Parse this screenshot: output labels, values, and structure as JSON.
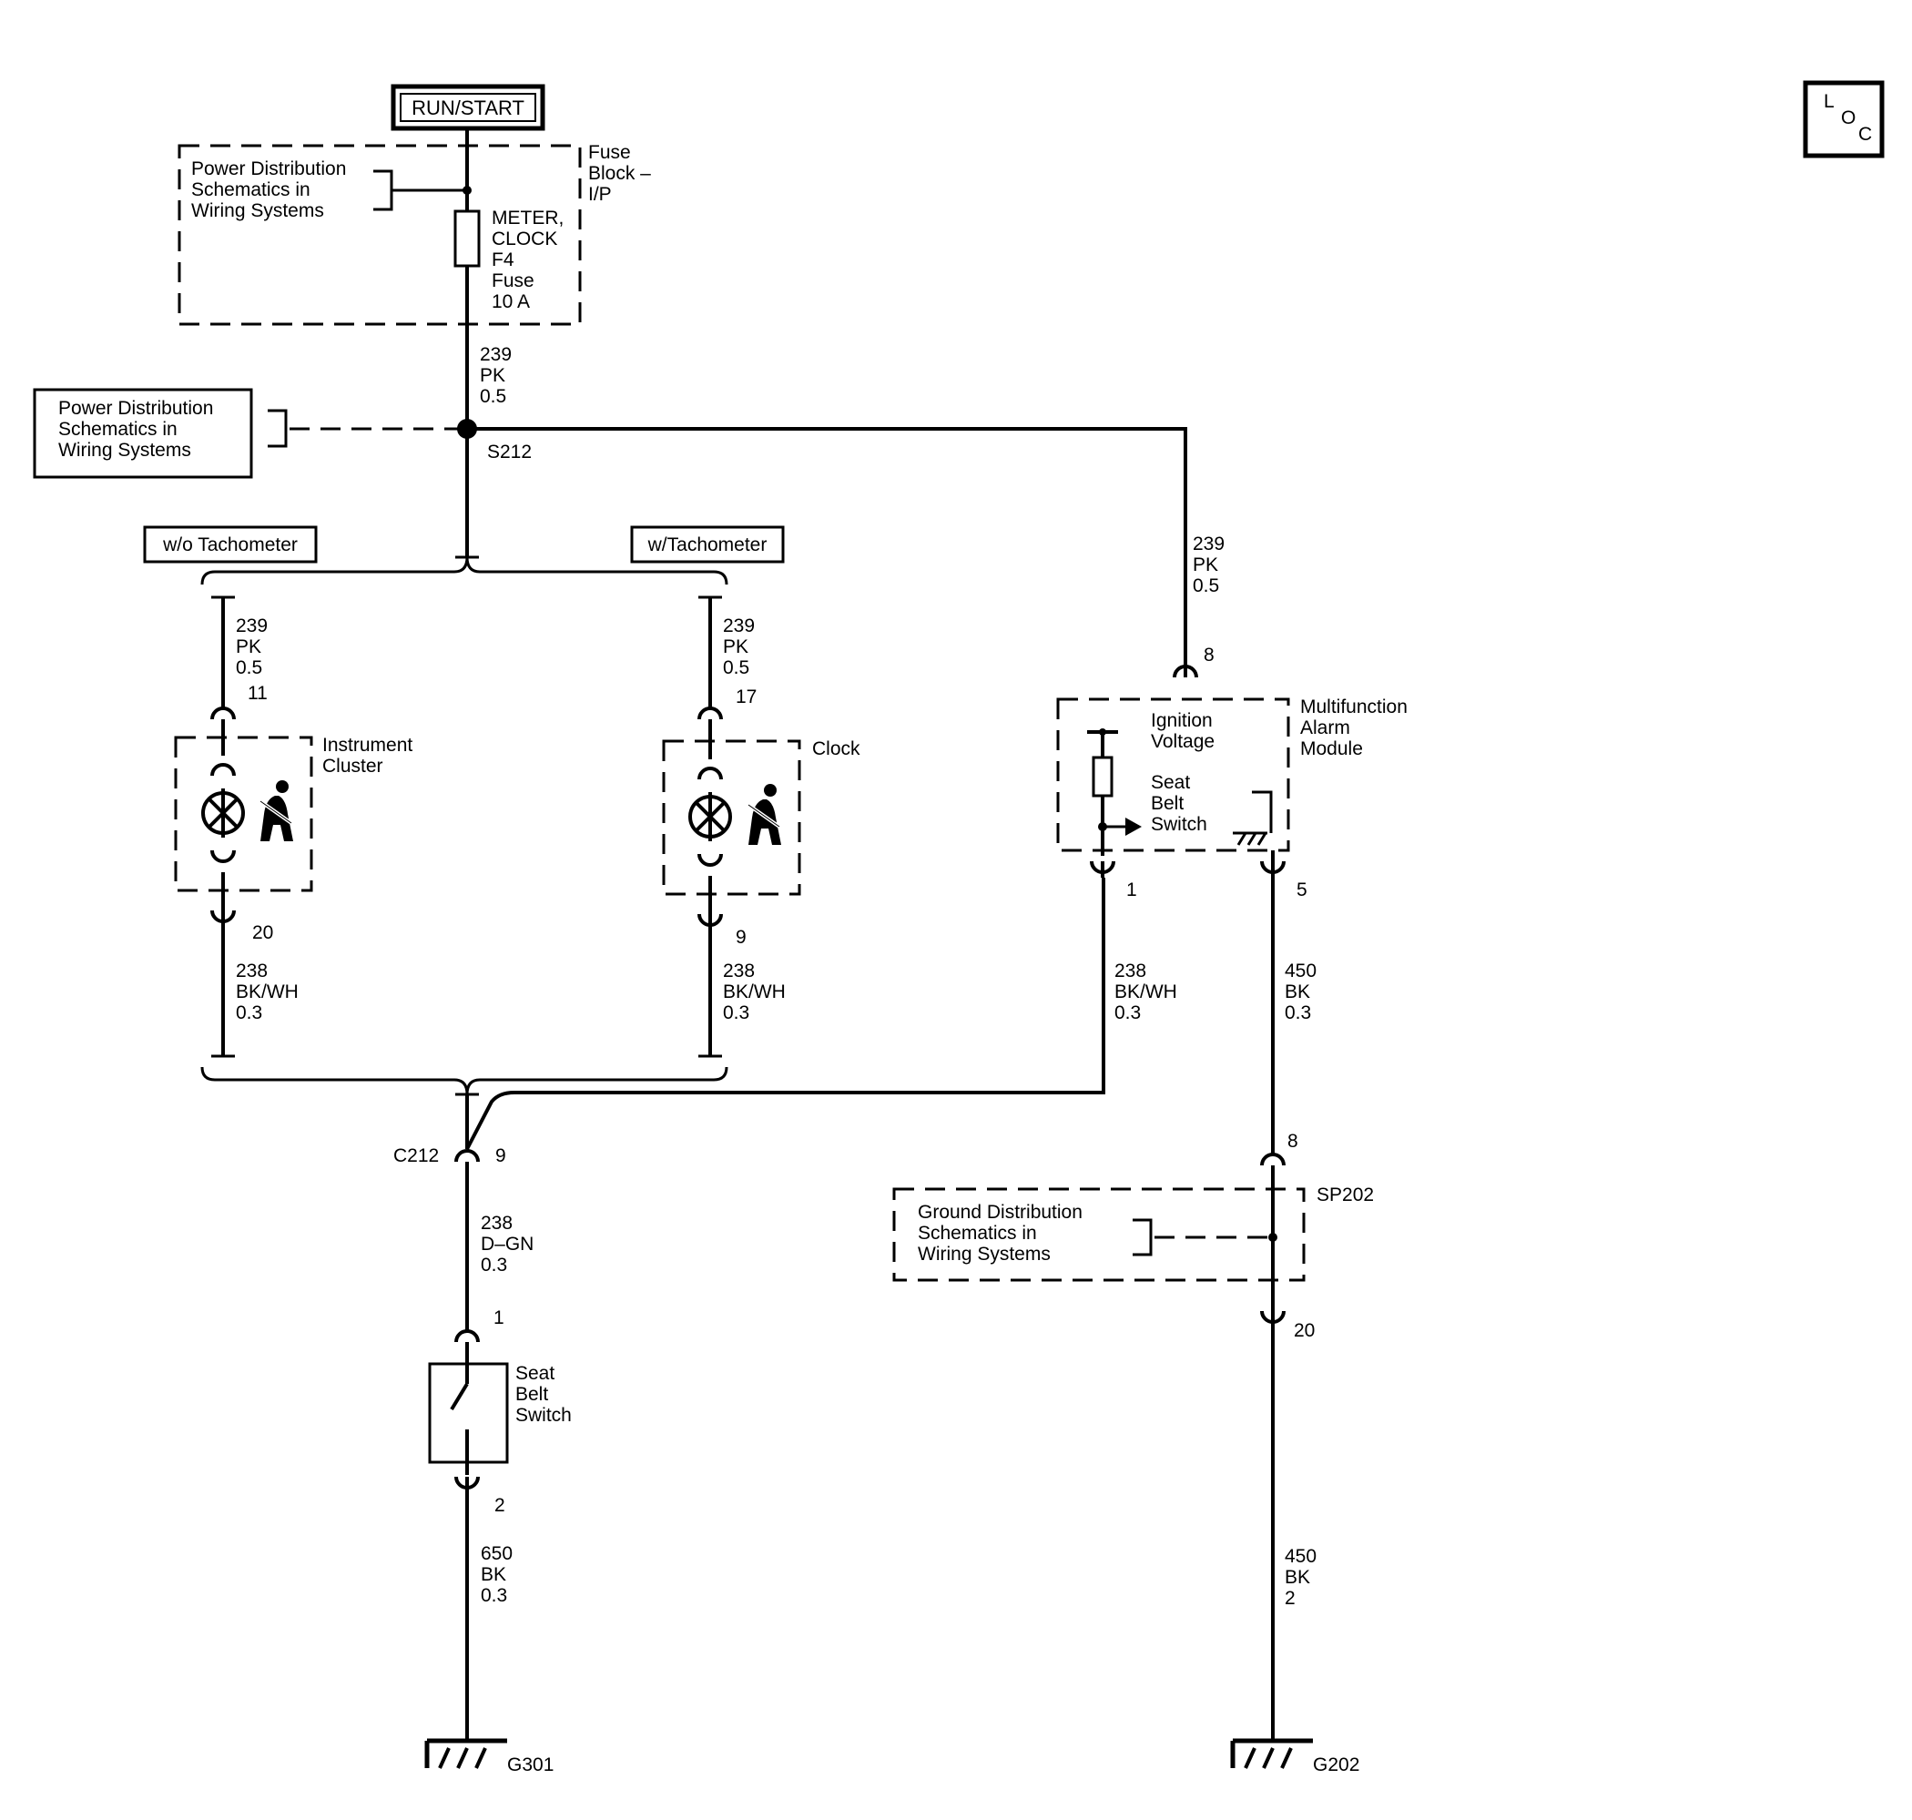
{
  "header": {
    "run_start": "RUN/START",
    "loc": [
      "L",
      "O",
      "C"
    ]
  },
  "fuse_block": {
    "power_ref": [
      "Power Distribution",
      "Schematics in",
      "Wiring Systems"
    ],
    "name": [
      "Fuse",
      "Block –",
      "I/P"
    ],
    "fuse": [
      "METER,",
      "CLOCK",
      "F4",
      "Fuse",
      "10 A"
    ]
  },
  "splice_s212": {
    "power_ref": [
      "Power Distribution",
      "Schematics in",
      "Wiring Systems"
    ],
    "name": "S212"
  },
  "wires": {
    "main_feed": [
      "239",
      "PK",
      "0.5"
    ],
    "alarm_feed": [
      "239",
      "PK",
      "0.5"
    ],
    "cluster_feed": [
      "239",
      "PK",
      "0.5"
    ],
    "clock_feed": [
      "239",
      "PK",
      "0.5"
    ],
    "cluster_return": [
      "238",
      "BK/WH",
      "0.3"
    ],
    "clock_return": [
      "238",
      "BK/WH",
      "0.3"
    ],
    "alarm_return": [
      "238",
      "BK/WH",
      "0.3"
    ],
    "alarm_ground": [
      "450",
      "BK",
      "0.3"
    ],
    "to_switch": [
      "238",
      "D–GN",
      "0.3"
    ],
    "switch_ground": [
      "650",
      "BK",
      "0.3"
    ],
    "sp202_ground": [
      "450",
      "BK",
      "2"
    ]
  },
  "options": {
    "without_tach": "w/o Tachometer",
    "with_tach": "w/Tachometer"
  },
  "instrument_cluster": {
    "name": [
      "Instrument",
      "Cluster"
    ],
    "pin_in": "11",
    "pin_out": "20"
  },
  "clock": {
    "name": "Clock",
    "pin_in": "17",
    "pin_out": "9"
  },
  "alarm_module": {
    "name": [
      "Multifunction",
      "Alarm",
      "Module"
    ],
    "ignition": [
      "Ignition",
      "Voltage"
    ],
    "switch": [
      "Seat",
      "Belt",
      "Switch"
    ],
    "pin_in": "8",
    "pin_1": "1",
    "pin_5": "5"
  },
  "connector_c212": {
    "name": "C212",
    "pin": "9"
  },
  "seat_belt_switch": {
    "name": [
      "Seat",
      "Belt",
      "Switch"
    ],
    "pin_in": "1",
    "pin_out": "2"
  },
  "splice_sp202": {
    "name": "SP202",
    "ground_ref": [
      "Ground Distribution",
      "Schematics in",
      "Wiring Systems"
    ],
    "pin_in": "8",
    "pin_out": "20"
  },
  "grounds": {
    "g301": "G301",
    "g202": "G202"
  }
}
